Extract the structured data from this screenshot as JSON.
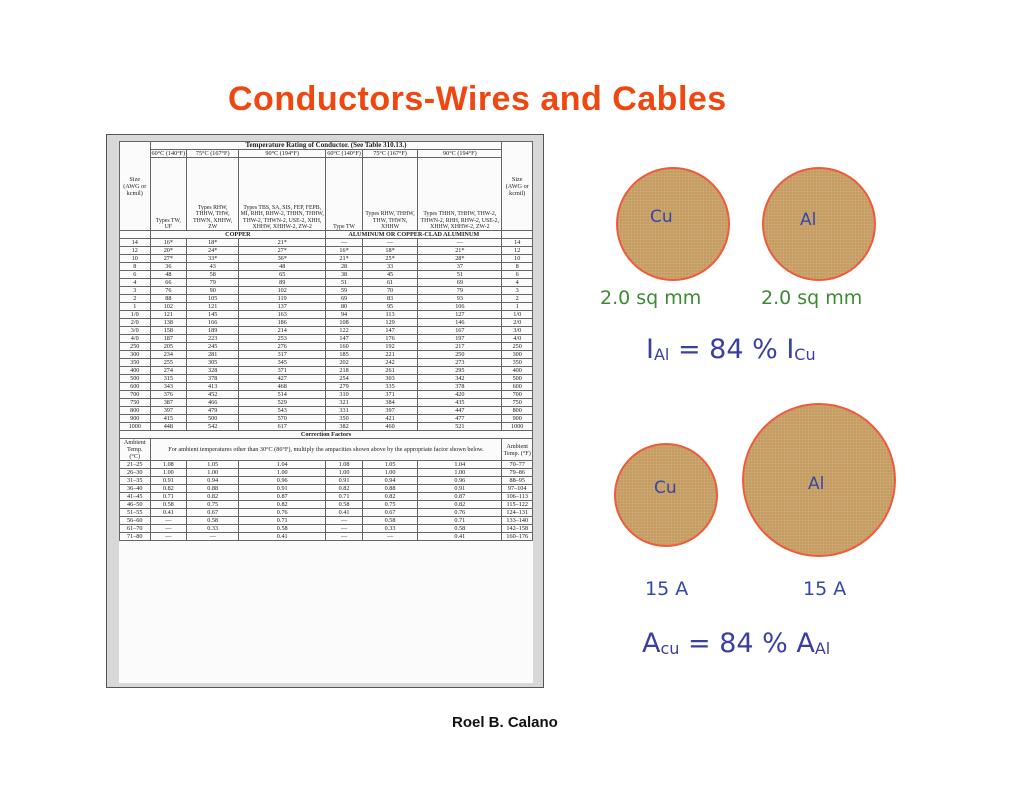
{
  "slide": {
    "title": "Conductors-Wires and Cables",
    "author": "Roel B. Calano"
  },
  "nec_table": {
    "header_title": "Temperature Rating of Conductor. (See Table 310.13.)",
    "temps": [
      "60°C (140°F)",
      "75°C (167°F)",
      "90°C (194°F)",
      "60°C (140°F)",
      "75°C (167°F)",
      "90°C (194°F)"
    ],
    "size_label_left": "Size (AWG or kcmil)",
    "size_label_right": "Size (AWG or kcmil)",
    "types": [
      "Types TW, UF",
      "Types RHW, THHW, THW, THWN, XHHW, ZW",
      "Types TBS, SA, SIS, FEP, FEPB, MI, RHH, RHW-2, THHN, THHW, THW-2, THWN-2, USE-2, XHH, XHHW, XHHW-2, ZW-2",
      "Type TW",
      "Types RHW, THHW, THW, THWN, XHHW",
      "Types THHN, THHW, THW-2, THWN-2, RHH, RHW-2, USE-2, XHHW, XHHW-2, ZW-2"
    ],
    "copper_label": "COPPER",
    "aluminum_label": "ALUMINUM OR COPPER-CLAD ALUMINUM",
    "groups": [
      [
        [
          "14",
          "16*",
          "18*",
          "21*",
          "—",
          "—",
          "—",
          "14"
        ],
        [
          "12",
          "20*",
          "24*",
          "27*",
          "16*",
          "18*",
          "21*",
          "12"
        ],
        [
          "10",
          "27*",
          "33*",
          "36*",
          "21*",
          "25*",
          "28*",
          "10"
        ],
        [
          "8",
          "36",
          "43",
          "48",
          "28",
          "33",
          "37",
          "8"
        ]
      ],
      [
        [
          "6",
          "48",
          "58",
          "65",
          "38",
          "45",
          "51",
          "6"
        ],
        [
          "4",
          "66",
          "79",
          "89",
          "51",
          "61",
          "69",
          "4"
        ],
        [
          "3",
          "76",
          "90",
          "102",
          "59",
          "70",
          "79",
          "3"
        ],
        [
          "2",
          "88",
          "105",
          "119",
          "69",
          "83",
          "93",
          "2"
        ],
        [
          "1",
          "102",
          "121",
          "137",
          "80",
          "95",
          "106",
          "1"
        ]
      ],
      [
        [
          "1/0",
          "121",
          "145",
          "163",
          "94",
          "113",
          "127",
          "1/0"
        ],
        [
          "2/0",
          "138",
          "166",
          "186",
          "108",
          "129",
          "146",
          "2/0"
        ],
        [
          "3/0",
          "158",
          "189",
          "214",
          "122",
          "147",
          "167",
          "3/0"
        ],
        [
          "4/0",
          "187",
          "223",
          "253",
          "147",
          "176",
          "197",
          "4/0"
        ]
      ],
      [
        [
          "250",
          "205",
          "245",
          "276",
          "160",
          "192",
          "217",
          "250"
        ],
        [
          "300",
          "234",
          "281",
          "317",
          "185",
          "221",
          "250",
          "300"
        ],
        [
          "350",
          "255",
          "305",
          "345",
          "202",
          "242",
          "273",
          "350"
        ],
        [
          "400",
          "274",
          "328",
          "371",
          "218",
          "261",
          "295",
          "400"
        ],
        [
          "500",
          "315",
          "378",
          "427",
          "254",
          "303",
          "342",
          "500"
        ]
      ],
      [
        [
          "600",
          "343",
          "413",
          "468",
          "279",
          "335",
          "378",
          "600"
        ],
        [
          "700",
          "376",
          "452",
          "514",
          "310",
          "371",
          "420",
          "700"
        ],
        [
          "750",
          "387",
          "466",
          "529",
          "321",
          "384",
          "435",
          "750"
        ],
        [
          "800",
          "397",
          "479",
          "543",
          "331",
          "397",
          "447",
          "800"
        ],
        [
          "900",
          "415",
          "500",
          "570",
          "350",
          "421",
          "477",
          "900"
        ],
        [
          "1000",
          "448",
          "542",
          "617",
          "382",
          "460",
          "521",
          "1000"
        ]
      ]
    ],
    "correction_title": "Correction Factors",
    "ambient_left": "Ambient Temp. (°C)",
    "ambient_right": "Ambient Temp. (°F)",
    "correction_note": "For ambient temperatures other than 30°C (86°F), multiply the ampacities shown above by the appropriate factor shown below.",
    "corrections": [
      [
        "21–25",
        "1.08",
        "1.05",
        "1.04",
        "1.08",
        "1.05",
        "1.04",
        "70–77"
      ],
      [
        "26–30",
        "1.00",
        "1.00",
        "1.00",
        "1.00",
        "1.00",
        "1.00",
        "79–86"
      ],
      [
        "31–35",
        "0.91",
        "0.94",
        "0.96",
        "0.91",
        "0.94",
        "0.96",
        "88–95"
      ],
      [
        "36–40",
        "0.82",
        "0.88",
        "0.91",
        "0.82",
        "0.88",
        "0.91",
        "97–104"
      ],
      [
        "41–45",
        "0.71",
        "0.82",
        "0.87",
        "0.71",
        "0.82",
        "0.87",
        "106–113"
      ],
      [
        "46–50",
        "0.58",
        "0.75",
        "0.82",
        "0.58",
        "0.75",
        "0.82",
        "115–122"
      ],
      [
        "51–55",
        "0.41",
        "0.67",
        "0.76",
        "0.41",
        "0.67",
        "0.76",
        "124–131"
      ],
      [
        "56–60",
        "—",
        "0.58",
        "0.71",
        "—",
        "0.58",
        "0.71",
        "133–140"
      ],
      [
        "61–70",
        "—",
        "0.33",
        "0.58",
        "—",
        "0.33",
        "0.58",
        "142–158"
      ],
      [
        "71–80",
        "—",
        "—",
        "0.41",
        "—",
        "—",
        "0.41",
        "160–176"
      ]
    ]
  },
  "compare_top": {
    "cu_label": "Cu",
    "al_label": "Al",
    "cu_size": "2.0 sq mm",
    "al_size": "2.0 sq mm",
    "eq_lhs": "I",
    "eq_lhs_sub": "Al",
    "eq_mid": " = 84 % I",
    "eq_rhs_sub": "Cu"
  },
  "compare_bottom": {
    "cu_label": "Cu",
    "al_label": "Al",
    "cu_current": "15 A",
    "al_current": "15 A",
    "eq_lhs": "A",
    "eq_lhs_sub": "cu",
    "eq_mid": " = 84 % A",
    "eq_rhs_sub": "Al"
  },
  "colors": {
    "title": "#f0460f",
    "circle_fill": "#c59d62",
    "circle_border": "#f05a3c",
    "label_blue": "#3448a8",
    "size_green": "#3c8a33",
    "equation": "#3a3fa0"
  }
}
